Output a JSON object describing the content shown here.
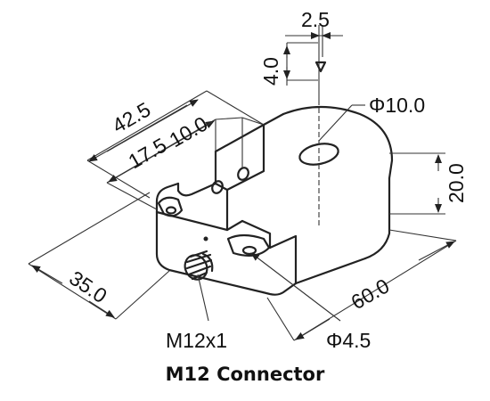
{
  "dimensions": {
    "top_width": "2.5",
    "top_height": "4.0",
    "overall_width": "42.5",
    "hole_offset": "17.5",
    "hole_spacing": "10.0",
    "bore_diameter": "Φ10.0",
    "height": "20.0",
    "depth": "35.0",
    "length": "60.0",
    "connector_thread": "M12x1",
    "mount_hole": "Φ4.5"
  },
  "caption": "M12 Connector",
  "colors": {
    "line": "#222222",
    "text": "#111111",
    "background": "#ffffff"
  }
}
